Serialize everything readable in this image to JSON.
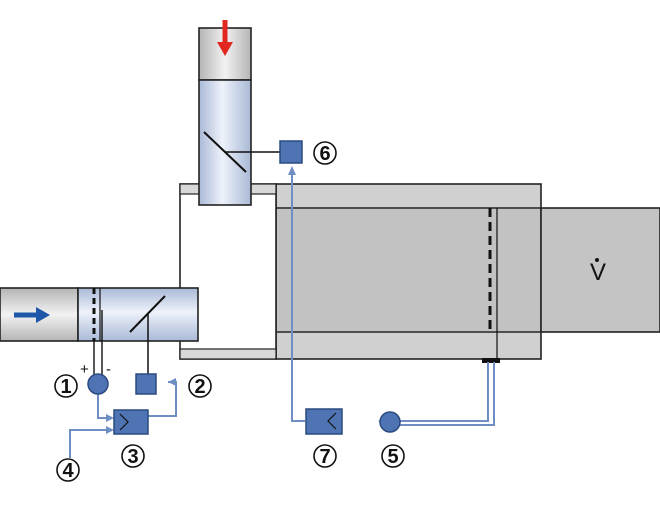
{
  "diagram": {
    "flow_symbol": "V",
    "labels": {
      "c1": "1",
      "c2": "2",
      "c3": "3",
      "c4": "4",
      "c5": "5",
      "c6": "6",
      "c7": "7"
    },
    "signs": {
      "plus": "+",
      "minus": "-"
    },
    "colors": {
      "duct_gray": "#c8c8c8",
      "duct_light": "#dcdcdc",
      "box_blue": "#4f74b4",
      "box_dark": "#2c4a7e",
      "wire_blue": "#6f8fc4",
      "arrow_red": "#e0281e",
      "arrow_blue": "#1e56a8",
      "pipe_blue_light": "#e8eef8",
      "pipe_blue_mid": "#b7c6e0"
    },
    "icons": {
      "top_inlet_arrow": "arrow-down-icon",
      "left_inlet_arrow": "arrow-right-icon"
    }
  }
}
